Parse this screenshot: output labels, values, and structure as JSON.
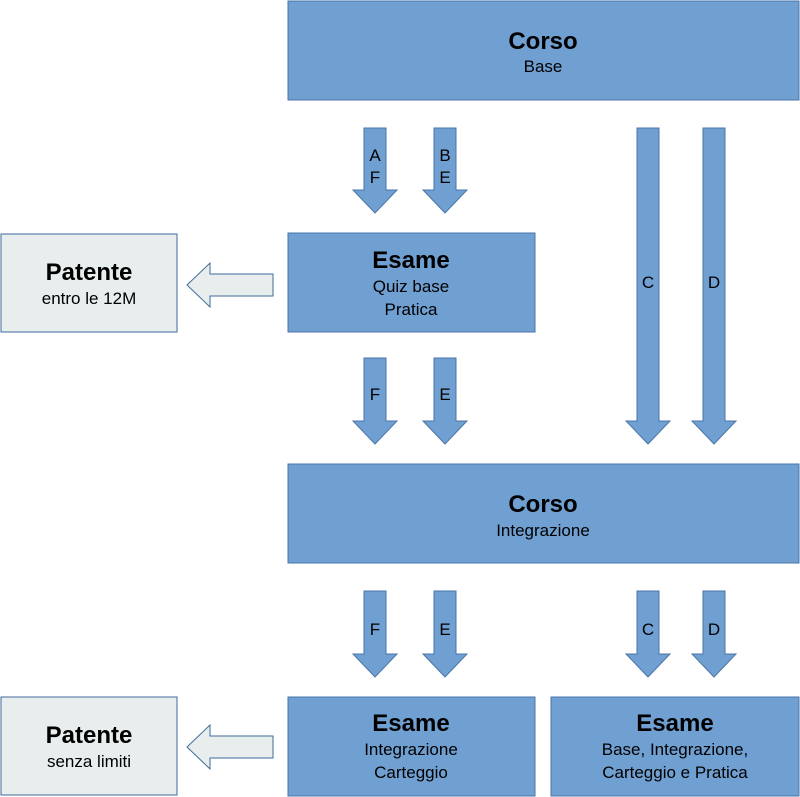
{
  "nodes": {
    "corso_base": {
      "title": "Corso",
      "lines": [
        "Base"
      ]
    },
    "esame_base": {
      "title": "Esame",
      "lines": [
        "Quiz base",
        "Pratica"
      ]
    },
    "patente_12m": {
      "title": "Patente",
      "lines": [
        "entro le 12M"
      ]
    },
    "corso_integrazione": {
      "title": "Corso",
      "lines": [
        "Integrazione"
      ]
    },
    "esame_integrazione": {
      "title": "Esame",
      "lines": [
        "Integrazione",
        "Carteggio"
      ]
    },
    "esame_completo": {
      "title": "Esame",
      "lines": [
        "Base, Integrazione,",
        "Carteggio e Pratica"
      ]
    },
    "patente_limiti": {
      "title": "Patente",
      "lines": [
        "senza limiti"
      ]
    }
  },
  "arrows": {
    "corso_to_esame_af": [
      "A",
      "F"
    ],
    "corso_to_esame_be": [
      "B",
      "E"
    ],
    "long_c": "C",
    "long_d": "D",
    "esame_to_integr_f": "F",
    "esame_to_integr_e": "E",
    "integr_to_esame_f": "F",
    "integr_to_esame_e": "E",
    "integr_to_completo_c": "C",
    "integr_to_completo_d": "D"
  },
  "colors": {
    "box_fill": "#709fd1",
    "box_stroke": "#4a76a8",
    "patente_fill": "#e8eeee"
  }
}
